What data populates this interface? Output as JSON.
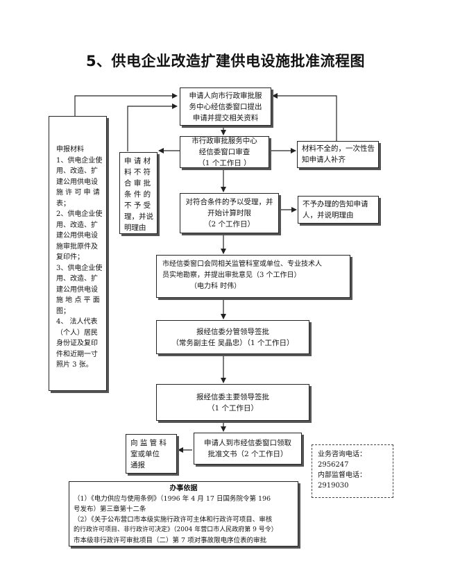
{
  "title": "5、供电企业改造扩建供电设施批准流程图",
  "nodes": {
    "apply": [
      "申请人向市行政审批服",
      "务中心经信委窗口提出",
      "申请并提交相关资料"
    ],
    "review": [
      "市行政审批服务中心",
      "经信委窗口审查",
      "（1 个工作日 ）"
    ],
    "incomplete": [
      "材料不全的，一次性告",
      "知申请人补齐"
    ],
    "not_qualified": [
      "申 请 材",
      "料 不 符",
      "合 审 批",
      "条 件 的",
      "不 予 受",
      "理，并说",
      "明理由"
    ],
    "accept": [
      "对符合条件的予以受理，并",
      "开始计算时限",
      "（2 个工作日）"
    ],
    "not_handled": [
      "不予办理的告知申请",
      "人，并说明理由"
    ],
    "survey": [
      "市经信委窗口会同相关监管科室或单位、专业技术人",
      "员实地勘察，并提出审批意见（3 个工作日）",
      "（电力科    时伟）"
    ],
    "sign_deputy": [
      "报经信委分管领导签批",
      "（常务副主任  吴晶忠）（1 个工作日）"
    ],
    "sign_main": [
      "报经信委主要领导签批",
      "（1 个工作日）"
    ],
    "collect": [
      "申请人到市经信委窗口领取",
      "批准文书（2 个工作日）"
    ],
    "notify": [
      "向 监 管 科",
      "室或单位",
      "通报"
    ],
    "materials": [
      "申报材料",
      "1、供电企业使",
      "用、改造、扩",
      "建公用供电设",
      "施 许 可 申 请",
      "表；",
      "2、供电企业使",
      "用、改造、扩",
      "建公用供电设",
      "施审批原件及",
      "复印件；",
      "3、供电企业使",
      "用、改造、扩",
      "建公用供电设",
      "施 地 点 平 面",
      "图；",
      "4、 法人代表",
      "（个人）居民",
      "身份证及复印",
      "件和近期一寸",
      "照片 3 张。"
    ],
    "phone": [
      "业务咨询电话：",
      "2956247",
      "内部监督电话：",
      "2919030"
    ],
    "basis": {
      "title": "办事依据",
      "lines": [
        "（1）《电力供应与使用条例》（1996 年 4 月 17 日国务院令第 196",
        "号发布）第三章第十二条",
        "（2）《关于公布营口市本级实施行政许可主体和行政许可项目、审核",
        "的行政许可项目、非行政许可决定》（2004 年营口市人民政府第 9 号令）",
        "市本级非行政许可审批项目（二）第 7 项对事故限电序位表的审批"
      ]
    }
  },
  "colors": {
    "line": "#222222",
    "shadow": "#555555"
  }
}
